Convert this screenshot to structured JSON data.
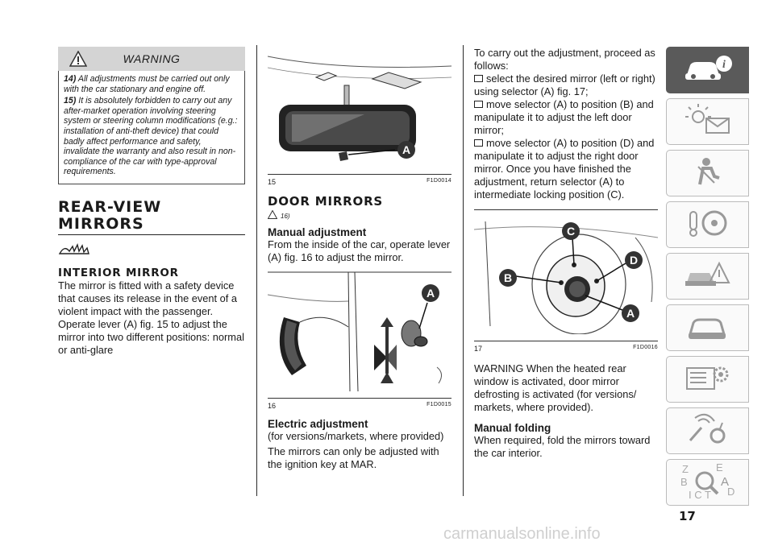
{
  "warning": {
    "title": "WARNING",
    "items": [
      {
        "num": "14)",
        "text": "All adjustments must be carried out only with the car stationary and engine off."
      },
      {
        "num": "15)",
        "text": "It is absolutely forbidden to carry out any after-market operation involving steering system or steering column modifications (e.g.: installation of anti-theft device) that could badly affect performance and safety, invalidate the warranty and also result in non-compliance of the car with type-approval requirements."
      }
    ]
  },
  "col1": {
    "section_title_1": "REAR-VIEW",
    "section_title_2": "MIRRORS",
    "sub_title": "INTERIOR MIRROR",
    "body": "The mirror is fitted with a safety device that causes its release in the event of a violent impact with the passenger. Operate lever (A) fig. 15 to adjust the mirror into two different positions: normal or anti-glare"
  },
  "fig15": {
    "num": "15",
    "code": "F1D0014",
    "label_a": "A"
  },
  "col2": {
    "title": "DOOR MIRRORS",
    "ref": "16)",
    "manual_title": "Manual adjustment",
    "manual_body": "From the inside of the car, operate lever (A) fig. 16 to adjust the mirror.",
    "electric_title": "Electric adjustment",
    "electric_p1": "(for versions/markets, where provided)",
    "electric_p2": "The mirrors can only be adjusted with the ignition key at MAR."
  },
  "fig16": {
    "num": "16",
    "code": "F1D0015",
    "label_a": "A"
  },
  "col3": {
    "intro": "To carry out the adjustment, proceed as follows:",
    "bullets": [
      "select the desired mirror (left or right) using selector (A) fig. 17;",
      "move selector (A) to position (B) and manipulate it to adjust the left door mirror;",
      "move selector (A) to position (D) and manipulate it to adjust the right door mirror. Once you have finished the adjustment, return selector (A) to intermediate locking position (C)."
    ],
    "warning_text": "WARNING When the heated rear window is activated, door mirror defrosting is activated (for versions/ markets, where provided).",
    "folding_title": "Manual folding",
    "folding_body": "When required, fold the mirrors toward the car interior."
  },
  "fig17": {
    "num": "17",
    "code": "F1D0016",
    "label_a": "A",
    "label_b": "B",
    "label_c": "C",
    "label_d": "D"
  },
  "sidebar": {
    "tabs": [
      "car-info-icon",
      "lights-warning-icon",
      "airbag-safety-icon",
      "starting-driving-icon",
      "emergency-icon",
      "maintenance-icon",
      "technical-data-icon",
      "multimedia-icon",
      "index-icon"
    ],
    "index_letters": [
      "Z",
      "E",
      "B",
      "A",
      "C",
      "T",
      "D",
      "I"
    ],
    "active_tab": 0
  },
  "page_number": "17",
  "watermark": "carmanualsonline.info"
}
